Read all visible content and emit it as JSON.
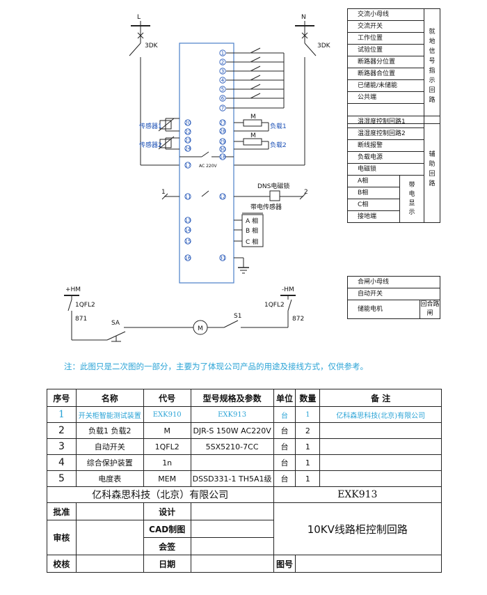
{
  "schematic": {
    "L": "L",
    "N": "N",
    "left_breaker": "3DK",
    "right_breaker": "3DK",
    "sensor1": "传感器1",
    "sensor2": "传感器2",
    "load1": "负载1",
    "load2": "负载2",
    "motor_M": "M",
    "ac220": "AC 220V",
    "dns_lock": "DNS电磁锁",
    "live_sensor": "带电传感器",
    "phase_a": "A 相",
    "phase_b": "B 相",
    "phase_c": "C 相",
    "node1": "1",
    "node2": "2",
    "plus_hm": "+HM",
    "minus_hm": "-HM",
    "qfl_left": "1QFL2",
    "qfl_right": "1QFL2",
    "num_871": "871",
    "num_872": "872",
    "sa": "SA",
    "s1": "S1",
    "terminals_left": [
      "20",
      "22",
      "23",
      "24",
      "17",
      "11",
      "13",
      "14",
      "15",
      "16"
    ],
    "terminals_right": [
      "1",
      "2",
      "3",
      "4",
      "5",
      "6",
      "7",
      "27",
      "28",
      "29",
      "30",
      "18",
      "12",
      "31"
    ]
  },
  "local_signal_items": [
    "交流小母线",
    "交流开关",
    "工作位置",
    "试验位置",
    "断路器分位置",
    "断路器合位置",
    "已储能/未储能",
    "公共端",
    ""
  ],
  "local_signal_side": "就地信号指示回路",
  "aux_items": [
    "温湿度控制回路1",
    "温湿度控制回路2",
    "断线报警",
    "负载电源",
    "电磁锁",
    "A相",
    "B相",
    "C相",
    "接地端"
  ],
  "aux_mid": "带电显示",
  "aux_side": "辅助回路",
  "close_items": [
    "合闸小母线",
    "自动开关",
    "储能电机"
  ],
  "close_side": "回合路闸",
  "note": "注：此图只是二次图的一部分，主要为了体现公司产品的用途及接线方式，仅供参考。",
  "bom": {
    "headers": [
      "序号",
      "名称",
      "代号",
      "型号规格及参数",
      "单位",
      "数量",
      "备 注"
    ],
    "rows": [
      [
        "1",
        "开关柜智能测试装置",
        "EXK910",
        "EXK913",
        "台",
        "1",
        "亿科森思科技(北京)有限公司"
      ],
      [
        "2",
        "负载1 负载2",
        "M",
        "DJR-S 150W AC220V",
        "台",
        "2",
        ""
      ],
      [
        "3",
        "自动开关",
        "1QFL2",
        "5SX5210-7CC",
        "台",
        "1",
        ""
      ],
      [
        "4",
        "综合保护装置",
        "1n",
        "",
        "台",
        "1",
        ""
      ],
      [
        "5",
        "电度表",
        "MEM",
        "DSSD331-1 TH5A1级",
        "台",
        "1",
        ""
      ]
    ]
  },
  "title_block": {
    "company": "亿科森思科技（北京）有限公司",
    "code": "EXK913",
    "approve": "批准",
    "review": "审核",
    "check": "校核",
    "design": "设计",
    "cad": "CAD制图",
    "sign": "会签",
    "date": "日期",
    "title": "10KV线路柜控制回路",
    "drawing_no": "图号"
  }
}
